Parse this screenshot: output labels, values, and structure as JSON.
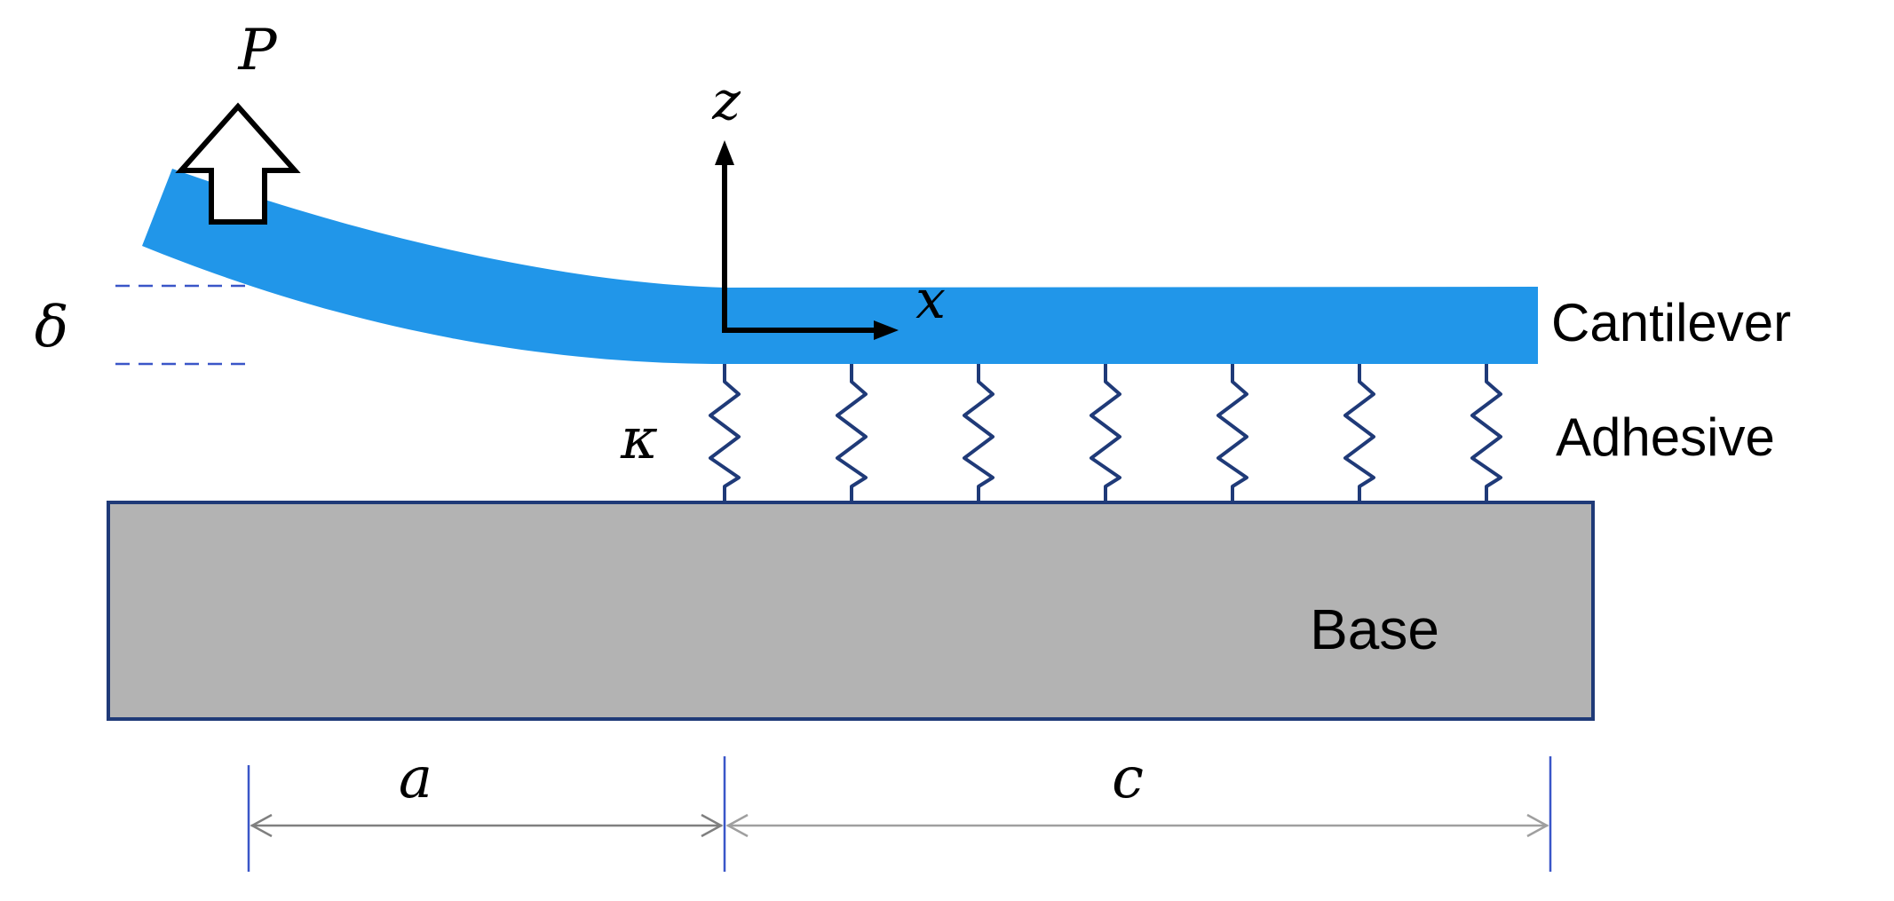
{
  "labels": {
    "load": "P",
    "deflection": "δ",
    "z_axis": "z",
    "x_axis": "x",
    "stiffness": "κ",
    "crack_length": "a",
    "bonded_length": "c",
    "cantilever": "Cantilever",
    "adhesive": "Adhesive",
    "base": "Base"
  },
  "colors": {
    "cantilever_fill": "#2196e9",
    "base_fill": "#b3b3b3",
    "outline": "#1f3a78",
    "spring": "#1f3a78",
    "dimension_line": "#7f7f7f",
    "arrow_outline": "#000000"
  },
  "spring_count": 7
}
